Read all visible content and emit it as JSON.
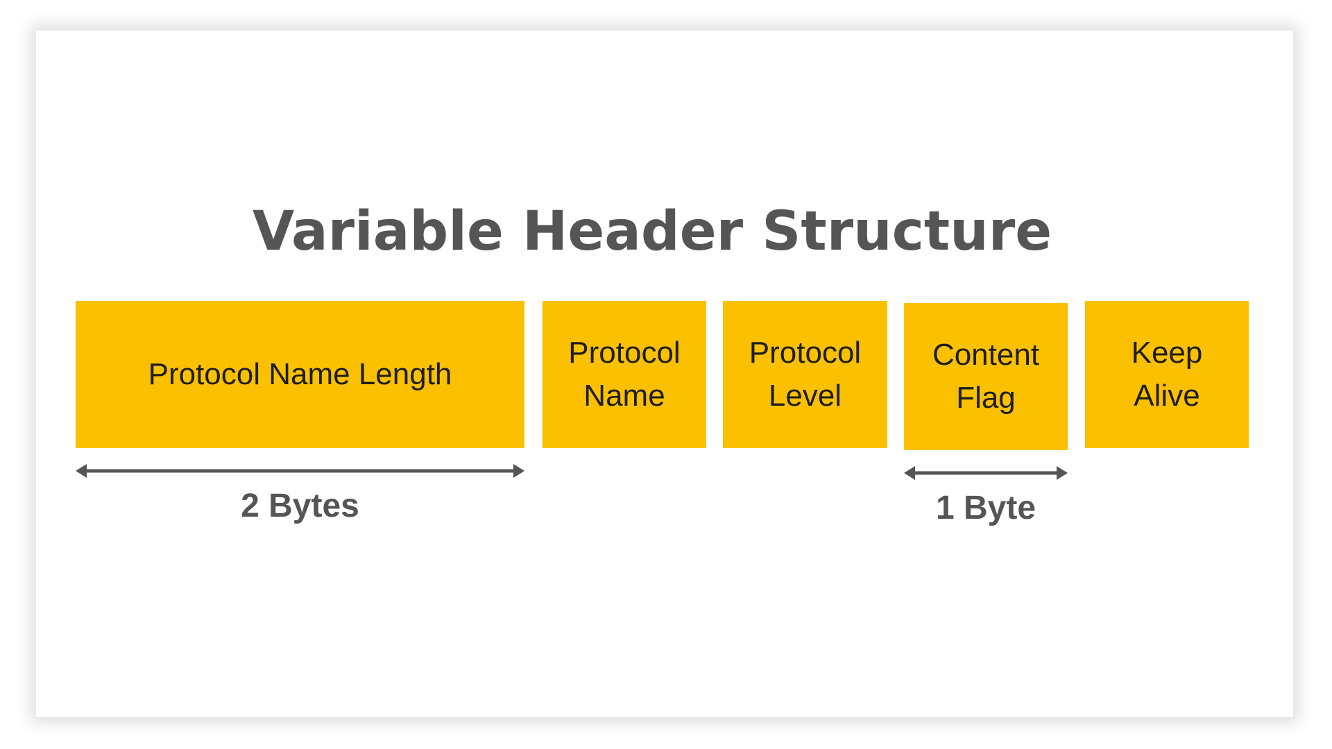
{
  "title": "Variable Header Structure",
  "fields": [
    {
      "lines": [
        "Protocol Name Length"
      ]
    },
    {
      "lines": [
        "Protocol",
        "Name"
      ]
    },
    {
      "lines": [
        "Protocol",
        "Level"
      ]
    },
    {
      "lines": [
        "Content",
        "Flag"
      ]
    },
    {
      "lines": [
        "Keep",
        "Alive"
      ]
    }
  ],
  "size_labels": {
    "two_bytes": "2 Bytes",
    "one_byte": "1 Byte"
  },
  "colors": {
    "field_fill": "#fbc000",
    "title_text": "#555555",
    "field_text": "#1e1e1e",
    "arrow": "#555555"
  }
}
